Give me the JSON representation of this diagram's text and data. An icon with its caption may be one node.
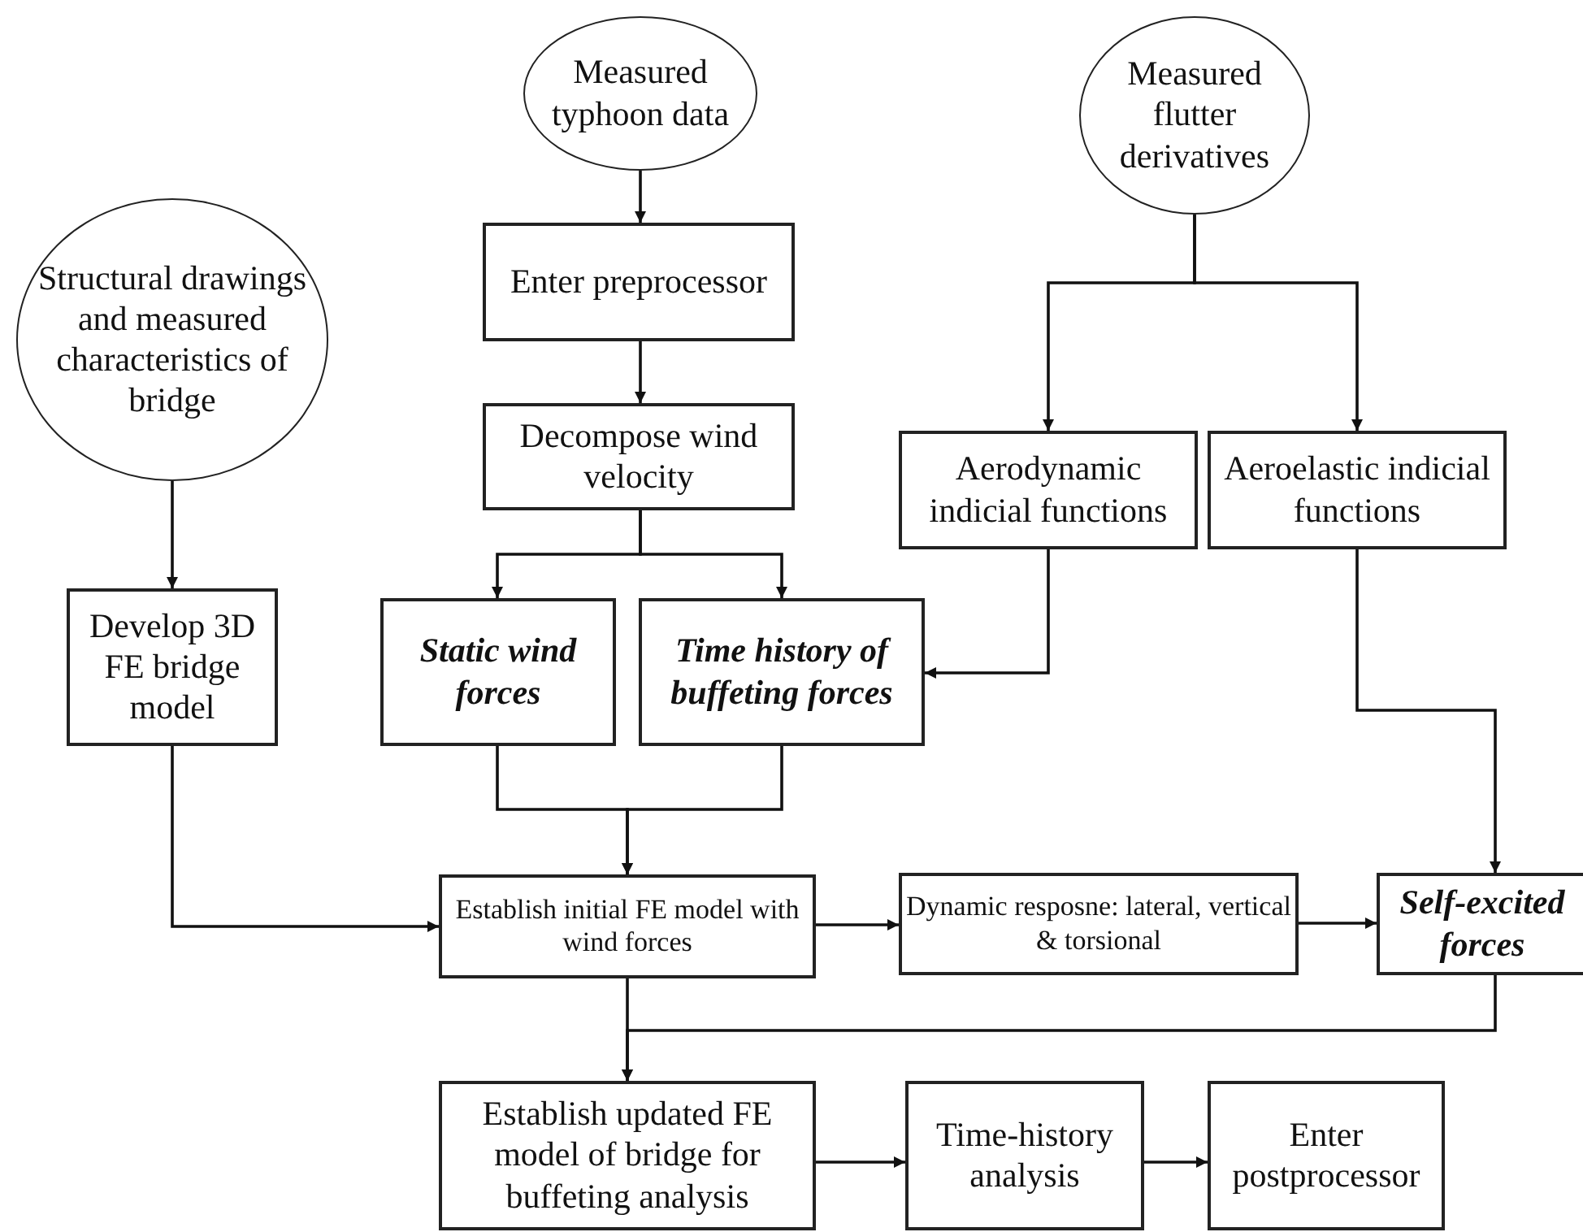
{
  "diagram": {
    "nodes": [
      {
        "text": [
          "Measured typhoon data"
        ]
      },
      {
        "text": [
          "Measured flutter derivatives"
        ]
      },
      {
        "text": [
          "Structural drawings and measured characteristics of bridge"
        ]
      },
      {
        "text": [
          "Enter preprocessor"
        ]
      },
      {
        "text": [
          "Decompose wind velocity"
        ]
      },
      {
        "text": [
          "Aerodynamic indicial functions"
        ]
      },
      {
        "text": [
          "Aeroelastic indicial functions"
        ]
      },
      {
        "text": [
          "Develop 3D FE bridge model"
        ]
      },
      {
        "text": [
          "Static wind forces"
        ]
      },
      {
        "text": [
          "Time history of buffeting forces"
        ]
      },
      {
        "text": [
          "Establish initial FE model with wind forces"
        ]
      },
      {
        "text": [
          "Dynamic resposne: lateral, vertical & torsional"
        ]
      },
      {
        "text": [
          "Self-excited forces"
        ]
      },
      {
        "text": [
          "Establish updated FE model of bridge for buffeting analysis"
        ]
      },
      {
        "text": [
          "Time-history analysis"
        ]
      },
      {
        "text": [
          "Enter postprocessor"
        ]
      }
    ],
    "edges": [
      {
        "from": 0,
        "to": 3,
        "arrow": "to"
      },
      {
        "from": 3,
        "to": 4,
        "arrow": "to"
      },
      {
        "from": 4,
        "to": 8,
        "arrow": "to"
      },
      {
        "from": 4,
        "to": 9,
        "arrow": "to"
      },
      {
        "from": 1,
        "to": 5,
        "arrow": "to"
      },
      {
        "from": 1,
        "to": 6,
        "arrow": "to"
      },
      {
        "from": 5,
        "to": 9,
        "arrow": "to"
      },
      {
        "from": 2,
        "to": 7,
        "arrow": "to"
      },
      {
        "from": 7,
        "to": 10,
        "arrow": "to"
      },
      {
        "from": 8,
        "to": 10,
        "arrow": "to"
      },
      {
        "from": 9,
        "to": 10,
        "arrow": "to"
      },
      {
        "from": 6,
        "to": 12,
        "arrow": "to"
      },
      {
        "from": 10,
        "to": 11,
        "arrow": "to"
      },
      {
        "from": 11,
        "to": 12,
        "arrow": "to"
      },
      {
        "from": 10,
        "to": 13,
        "arrow": "to"
      },
      {
        "from": 12,
        "to": 13,
        "arrow": "to"
      },
      {
        "from": 13,
        "to": 14,
        "arrow": "to"
      },
      {
        "from": 14,
        "to": 15,
        "arrow": "to"
      }
    ]
  }
}
